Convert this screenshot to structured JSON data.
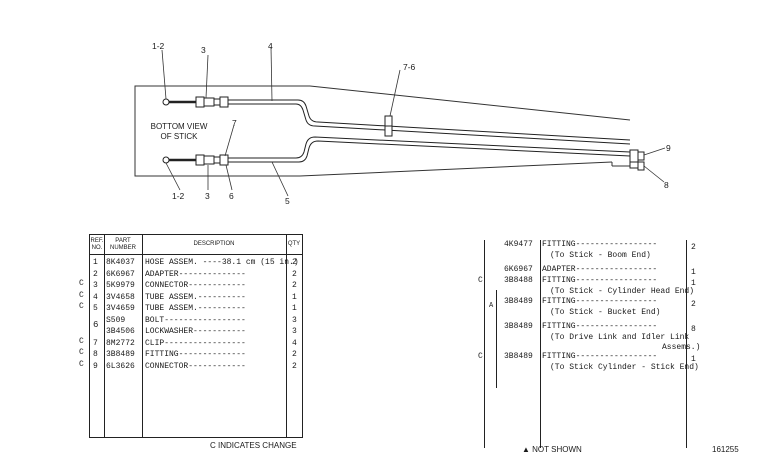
{
  "diagram": {
    "view_label_line1": "BOTTOM VIEW",
    "view_label_line2": "OF STICK",
    "callouts": {
      "c12_top": "1-2",
      "c3_top": "3",
      "c4": "4",
      "c76": "7-6",
      "c7": "7",
      "c9": "9",
      "c8": "8",
      "c12_bot": "1-2",
      "c3_bot": "3",
      "c6": "6",
      "c5": "5"
    }
  },
  "table_left": {
    "headers": {
      "ref": "REF. NO.",
      "part": "PART NUMBER",
      "desc": "DESCRIPTION",
      "qty": "QTY"
    },
    "rows": [
      {
        "c": "",
        "ref": "1",
        "part": "8K4037",
        "desc": "HOSE ASSEM. ----38.1 cm (15 in.)",
        "qty": "2"
      },
      {
        "c": "",
        "ref": "2",
        "part": "6K6967",
        "desc": "ADAPTER--------------",
        "qty": "2"
      },
      {
        "c": "C",
        "ref": "3",
        "part": "5K9979",
        "desc": "CONNECTOR------------",
        "qty": "2"
      },
      {
        "c": "C",
        "ref": "4",
        "part": "3V4658",
        "desc": "TUBE ASSEM.----------",
        "qty": "1"
      },
      {
        "c": "C",
        "ref": "5",
        "part": "3V4659",
        "desc": "TUBE ASSEM.----------",
        "qty": "1"
      },
      {
        "c": "",
        "ref": "",
        "part": "S509",
        "desc": "BOLT-----------------",
        "qty": "3"
      },
      {
        "c": "",
        "ref": "",
        "part": "3B4506",
        "desc": "LOCKWASHER-----------",
        "qty": "3"
      },
      {
        "c": "C",
        "ref": "7",
        "part": "8M2772",
        "desc": "CLIP-----------------",
        "qty": "4"
      },
      {
        "c": "C",
        "ref": "8",
        "part": "3B8489",
        "desc": "FITTING--------------",
        "qty": "2"
      },
      {
        "c": "C",
        "ref": "9",
        "part": "6L3626",
        "desc": "CONNECTOR------------",
        "qty": "2"
      }
    ],
    "ref6": "6"
  },
  "table_right": {
    "rows": [
      {
        "c": "",
        "mark": "",
        "part": "4K9477",
        "l1": "FITTING-----------------",
        "l2": "(To Stick - Boom End)",
        "l3": "",
        "qty": "2"
      },
      {
        "c": "",
        "mark": "",
        "part": "6K6967",
        "l1": "ADAPTER-----------------",
        "l2": "",
        "l3": "",
        "qty": "1"
      },
      {
        "c": "C",
        "mark": "",
        "part": "3B8488",
        "l1": "FITTING-----------------",
        "l2": "(To Stick - Cylinder Head End)",
        "l3": "",
        "qty": "1"
      },
      {
        "c": "",
        "mark": "A",
        "part": "3B8489",
        "l1": "FITTING-----------------",
        "l2": "(To Stick - Bucket End)",
        "l3": "",
        "qty": "2"
      },
      {
        "c": "",
        "mark": "",
        "part": "3B8489",
        "l1": "FITTING-----------------",
        "l2": "(To Drive Link and Idler Link",
        "l3": "Assems.)",
        "qty": "8"
      },
      {
        "c": "C",
        "mark": "",
        "part": "3B8489",
        "l1": "FITTING-----------------",
        "l2": "(To Stick Cylinder - Stick End)",
        "l3": "",
        "qty": "1"
      }
    ]
  },
  "footer": {
    "changes": "C INDICATES CHANGE",
    "not_shown": "▲ NOT SHOWN",
    "figure_no": "161255"
  }
}
